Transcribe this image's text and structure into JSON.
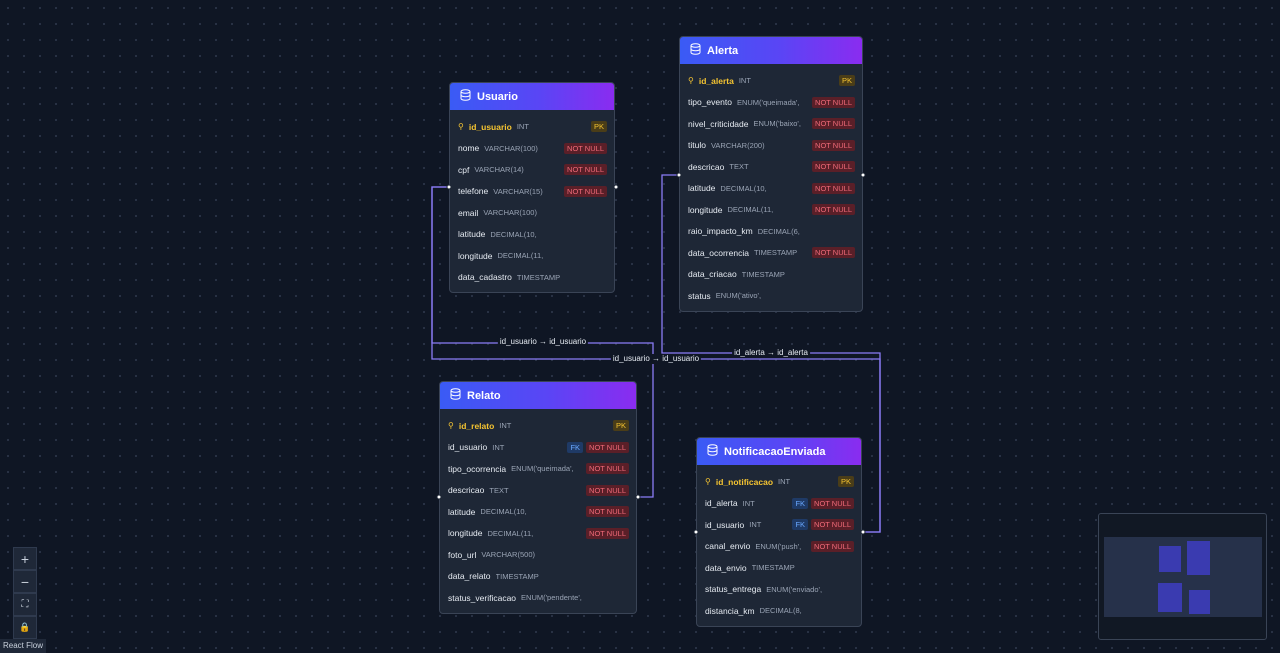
{
  "tables": [
    {
      "name": "Usuario",
      "columns": [
        {
          "name": "id_usuario",
          "type": "INT",
          "pk": true,
          "fk": false,
          "not_null": false
        },
        {
          "name": "nome",
          "type": "VARCHAR(100)",
          "pk": false,
          "fk": false,
          "not_null": true
        },
        {
          "name": "cpf",
          "type": "VARCHAR(14)",
          "pk": false,
          "fk": false,
          "not_null": true
        },
        {
          "name": "telefone",
          "type": "VARCHAR(15)",
          "pk": false,
          "fk": false,
          "not_null": true
        },
        {
          "name": "email",
          "type": "VARCHAR(100)",
          "pk": false,
          "fk": false,
          "not_null": false
        },
        {
          "name": "latitude",
          "type": "DECIMAL(10,",
          "pk": false,
          "fk": false,
          "not_null": false
        },
        {
          "name": "longitude",
          "type": "DECIMAL(11,",
          "pk": false,
          "fk": false,
          "not_null": false
        },
        {
          "name": "data_cadastro",
          "type": "TIMESTAMP",
          "pk": false,
          "fk": false,
          "not_null": false
        }
      ]
    },
    {
      "name": "Alerta",
      "columns": [
        {
          "name": "id_alerta",
          "type": "INT",
          "pk": true,
          "fk": false,
          "not_null": false
        },
        {
          "name": "tipo_evento",
          "type": "ENUM('queimada',",
          "pk": false,
          "fk": false,
          "not_null": true
        },
        {
          "name": "nivel_criticidade",
          "type": "ENUM('baixo',",
          "pk": false,
          "fk": false,
          "not_null": true
        },
        {
          "name": "titulo",
          "type": "VARCHAR(200)",
          "pk": false,
          "fk": false,
          "not_null": true
        },
        {
          "name": "descricao",
          "type": "TEXT",
          "pk": false,
          "fk": false,
          "not_null": true
        },
        {
          "name": "latitude",
          "type": "DECIMAL(10,",
          "pk": false,
          "fk": false,
          "not_null": true
        },
        {
          "name": "longitude",
          "type": "DECIMAL(11,",
          "pk": false,
          "fk": false,
          "not_null": true
        },
        {
          "name": "raio_impacto_km",
          "type": "DECIMAL(6,",
          "pk": false,
          "fk": false,
          "not_null": false
        },
        {
          "name": "data_ocorrencia",
          "type": "TIMESTAMP",
          "pk": false,
          "fk": false,
          "not_null": true
        },
        {
          "name": "data_criacao",
          "type": "TIMESTAMP",
          "pk": false,
          "fk": false,
          "not_null": false
        },
        {
          "name": "status",
          "type": "ENUM('ativo',",
          "pk": false,
          "fk": false,
          "not_null": false
        }
      ]
    },
    {
      "name": "Relato",
      "columns": [
        {
          "name": "id_relato",
          "type": "INT",
          "pk": true,
          "fk": false,
          "not_null": false
        },
        {
          "name": "id_usuario",
          "type": "INT",
          "pk": false,
          "fk": true,
          "not_null": true
        },
        {
          "name": "tipo_ocorrencia",
          "type": "ENUM('queimada',",
          "pk": false,
          "fk": false,
          "not_null": true
        },
        {
          "name": "descricao",
          "type": "TEXT",
          "pk": false,
          "fk": false,
          "not_null": true
        },
        {
          "name": "latitude",
          "type": "DECIMAL(10,",
          "pk": false,
          "fk": false,
          "not_null": true
        },
        {
          "name": "longitude",
          "type": "DECIMAL(11,",
          "pk": false,
          "fk": false,
          "not_null": true
        },
        {
          "name": "foto_url",
          "type": "VARCHAR(500)",
          "pk": false,
          "fk": false,
          "not_null": false
        },
        {
          "name": "data_relato",
          "type": "TIMESTAMP",
          "pk": false,
          "fk": false,
          "not_null": false
        },
        {
          "name": "status_verificacao",
          "type": "ENUM('pendente',",
          "pk": false,
          "fk": false,
          "not_null": false
        }
      ]
    },
    {
      "name": "NotificacaoEnviada",
      "columns": [
        {
          "name": "id_notificacao",
          "type": "INT",
          "pk": true,
          "fk": false,
          "not_null": false
        },
        {
          "name": "id_alerta",
          "type": "INT",
          "pk": false,
          "fk": true,
          "not_null": true
        },
        {
          "name": "id_usuario",
          "type": "INT",
          "pk": false,
          "fk": true,
          "not_null": true
        },
        {
          "name": "canal_envio",
          "type": "ENUM('push',",
          "pk": false,
          "fk": false,
          "not_null": true
        },
        {
          "name": "data_envio",
          "type": "TIMESTAMP",
          "pk": false,
          "fk": false,
          "not_null": false
        },
        {
          "name": "status_entrega",
          "type": "ENUM('enviado',",
          "pk": false,
          "fk": false,
          "not_null": false
        },
        {
          "name": "distancia_km",
          "type": "DECIMAL(8,",
          "pk": false,
          "fk": false,
          "not_null": false
        }
      ]
    }
  ],
  "badges": {
    "pk": "PK",
    "fk": "FK",
    "not_null": "NOT NULL"
  },
  "relationships": [
    {
      "label": "id_usuario → id_usuario",
      "from": "Usuario",
      "to": "Relato"
    },
    {
      "label": "id_usuario → id_usuario",
      "from": "Usuario",
      "to": "NotificacaoEnviada"
    },
    {
      "label": "id_alerta → id_alerta",
      "from": "Alerta",
      "to": "NotificacaoEnviada"
    }
  ],
  "controls": {
    "zoom_in": "+",
    "zoom_out": "−",
    "fit": "⛶",
    "lock": "🔒"
  },
  "attribution": "React Flow",
  "colors": {
    "background": "#0f1624",
    "node_body": "#1e2736",
    "header_gradient_start": "#3a5bf5",
    "header_gradient_end": "#8a2cf0",
    "edge": "#8b7cf6",
    "pk_text": "#f5c431",
    "not_null": "#f06a78",
    "fk": "#6aa8ff"
  }
}
